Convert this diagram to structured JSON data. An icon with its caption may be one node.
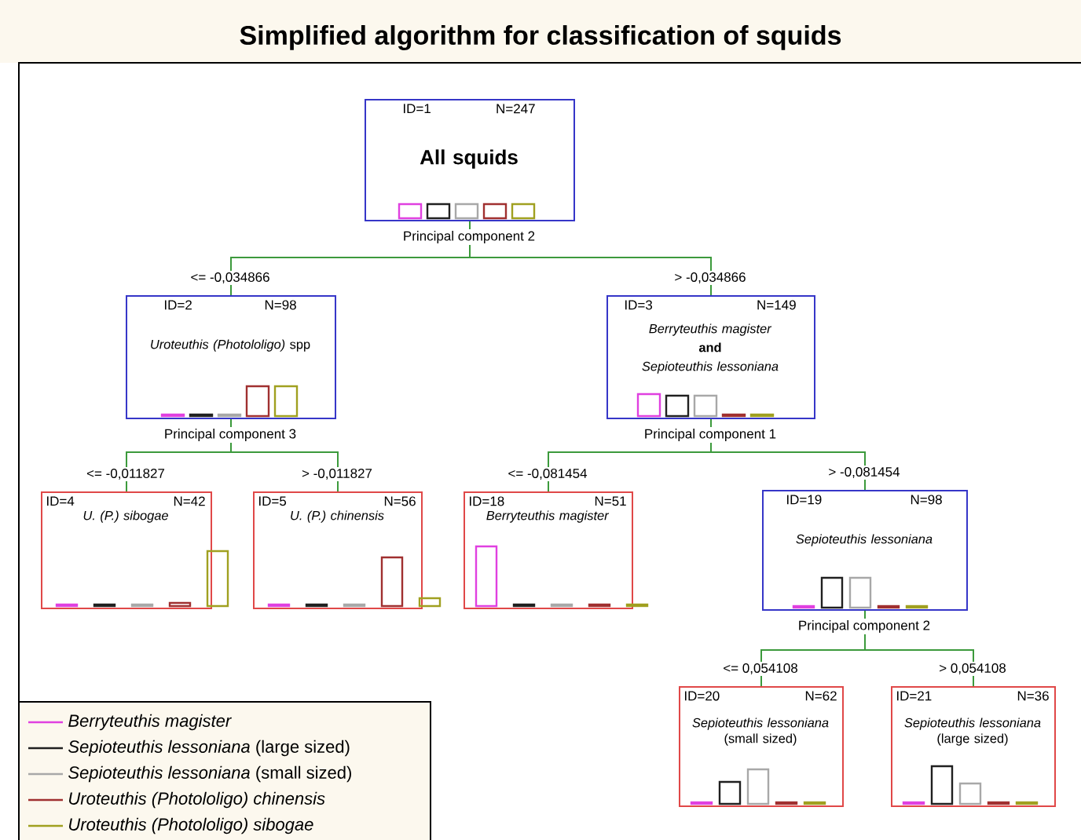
{
  "diagram": {
    "title": "Simplified algorithm for classification of squids",
    "nodes": [
      {
        "text": [
          "ID=1",
          "N=247",
          "All squids"
        ],
        "beside": [
          "Principal component 2"
        ]
      },
      {
        "text": [
          "ID=2",
          "N=98",
          "*Uroteuthis (Photololigo)* spp"
        ],
        "beside": [
          "Principal component 3"
        ]
      },
      {
        "text": [
          "ID=3",
          "N=149",
          "*Berryteuthis magister*",
          "**and**",
          "*Sepioteuthis lessoniana*"
        ],
        "beside": [
          "Principal component 1"
        ]
      },
      {
        "text": [
          "ID=4",
          "N=42",
          "*U. (P.) sibogae*"
        ]
      },
      {
        "text": [
          "ID=5",
          "N=56",
          "*U. (P.) chinensis*"
        ]
      },
      {
        "text": [
          "ID=18",
          "N=51",
          "*Berryteuthis magister*"
        ]
      },
      {
        "text": [
          "ID=19",
          "N=98",
          "*Sepioteuthis lessoniana*"
        ],
        "beside": [
          "Principal component 2"
        ]
      },
      {
        "text": [
          "ID=20",
          "N=62",
          "*Sepioteuthis lessoniana* (small sized)"
        ]
      },
      {
        "text": [
          "ID=21",
          "N=36",
          "*Sepioteuthis lessoniana* (large sized)"
        ]
      }
    ],
    "edges": [
      {
        "from": 0,
        "to": 1,
        "arrow": "none",
        "label": "<= -0,034866"
      },
      {
        "from": 0,
        "to": 2,
        "arrow": "none",
        "label": "> -0,034866"
      },
      {
        "from": 1,
        "to": 3,
        "arrow": "none",
        "label": "<= -0,011827"
      },
      {
        "from": 1,
        "to": 4,
        "arrow": "none",
        "label": "> -0,011827"
      },
      {
        "from": 2,
        "to": 5,
        "arrow": "none",
        "label": "<= -0,081454"
      },
      {
        "from": 2,
        "to": 6,
        "arrow": "none",
        "label": "> -0,081454"
      },
      {
        "from": 6,
        "to": 7,
        "arrow": "none",
        "label": "<= 0,054108"
      },
      {
        "from": 6,
        "to": 8,
        "arrow": "none",
        "label": "> 0,054108"
      }
    ],
    "legend": [
      {
        "text": "*Berryteuthis magister*"
      },
      {
        "text": "*Sepioteuthis lessoniana* (large sized)"
      },
      {
        "text": "*Sepioteuthis lessoniana* (small sized)"
      },
      {
        "text": "*Uroteuthis (Photololigo) chinensis*"
      },
      {
        "text": "*Uroteuthis (Photololigo) sibogae*"
      }
    ]
  }
}
